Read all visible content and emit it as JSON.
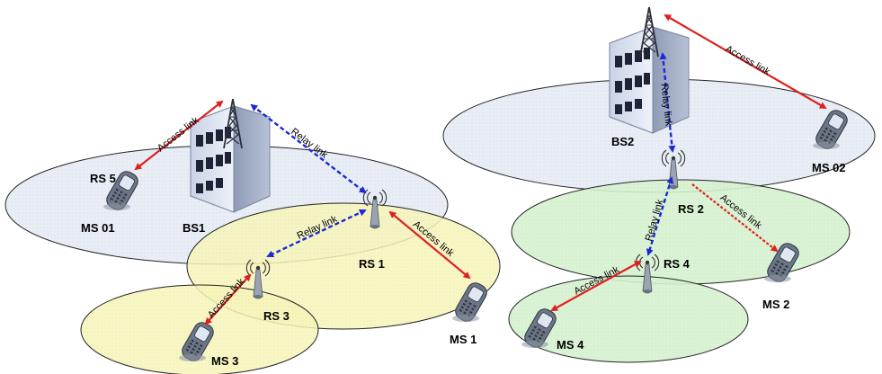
{
  "labels": {
    "bs1": "BS1",
    "bs2": "BS2",
    "rs1": "RS 1",
    "rs2": "RS 2",
    "rs3": "RS 3",
    "rs4": "RS 4",
    "rs5": "RS 5",
    "ms01": "MS 01",
    "ms02": "MS 02",
    "ms1": "MS 1",
    "ms2": "MS 2",
    "ms3": "MS 3",
    "ms4": "MS 4"
  },
  "links": {
    "access": "Access link",
    "relay": "Relay link"
  },
  "colors": {
    "access_link": "#e02020",
    "relay_link": "#1a2ad8",
    "bs_cell": "#e9eef6",
    "rs_yellow_cell": "#f7f5b8",
    "rs_green_cell": "#d6f2cf"
  }
}
